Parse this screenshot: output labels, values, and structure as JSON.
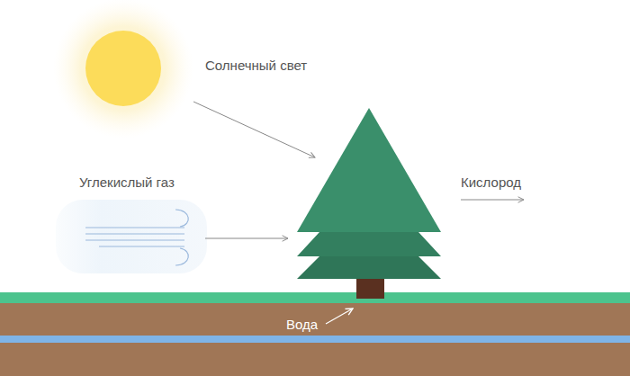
{
  "diagram": {
    "labels": [
      "Солнечный свет",
      "Углекислый газ",
      "Кислород",
      "Вода"
    ]
  }
}
